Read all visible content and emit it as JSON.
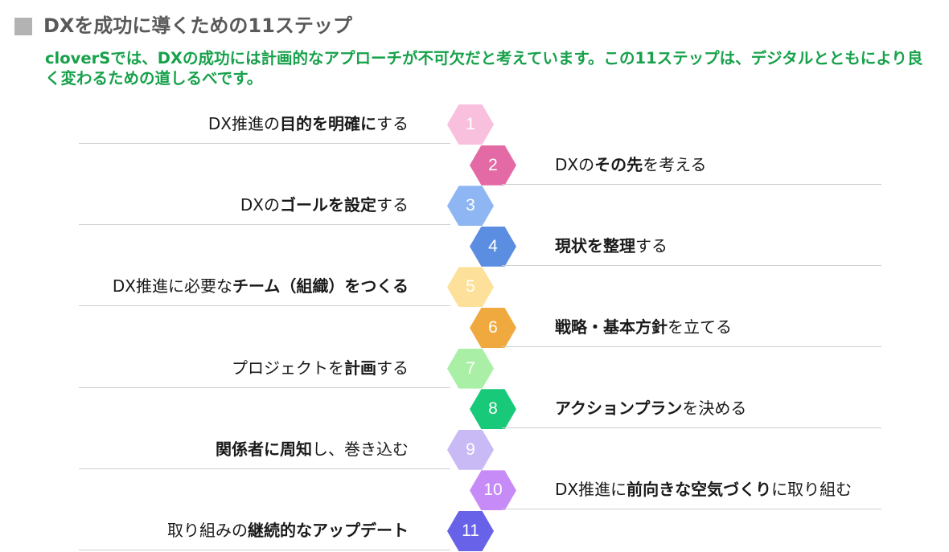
{
  "header": {
    "title": "DXを成功に導くための11ステップ",
    "subtitle": "cloverSでは、DXの成功には計画的なアプローチが不可欠だと考えています。この11ステップは、デジタルとともにより良く変わるための道しるべです。"
  },
  "colors": {
    "title": "#595959",
    "subtitle": "#16a14a",
    "square": "#b3b3b3"
  },
  "steps": [
    {
      "number": "1",
      "side": "left",
      "color": "#f9c0dd",
      "segments": [
        {
          "t": "DX推進の",
          "b": false
        },
        {
          "t": "目的を明確に",
          "b": true
        },
        {
          "t": "する",
          "b": false
        }
      ]
    },
    {
      "number": "2",
      "side": "right",
      "color": "#e46aa6",
      "segments": [
        {
          "t": "DXの",
          "b": false
        },
        {
          "t": "その先",
          "b": true
        },
        {
          "t": "を考える",
          "b": false
        }
      ]
    },
    {
      "number": "3",
      "side": "left",
      "color": "#8db6f3",
      "segments": [
        {
          "t": "DXの",
          "b": false
        },
        {
          "t": "ゴールを設定",
          "b": true
        },
        {
          "t": "する",
          "b": false
        }
      ]
    },
    {
      "number": "4",
      "side": "right",
      "color": "#5b8ee0",
      "segments": [
        {
          "t": "現状を整理",
          "b": true
        },
        {
          "t": "する",
          "b": false
        }
      ]
    },
    {
      "number": "5",
      "side": "left",
      "color": "#fde19a",
      "segments": [
        {
          "t": "DX推進に必要な",
          "b": false
        },
        {
          "t": "チーム（組織）をつくる",
          "b": true
        }
      ]
    },
    {
      "number": "6",
      "side": "right",
      "color": "#f0a93e",
      "segments": [
        {
          "t": "戦略・基本方針",
          "b": true
        },
        {
          "t": "を立てる",
          "b": false
        }
      ]
    },
    {
      "number": "7",
      "side": "left",
      "color": "#a9f0a6",
      "segments": [
        {
          "t": "プロジェクトを",
          "b": false
        },
        {
          "t": "計画",
          "b": true
        },
        {
          "t": "する",
          "b": false
        }
      ]
    },
    {
      "number": "8",
      "side": "right",
      "color": "#18c97a",
      "segments": [
        {
          "t": "アクションプラン",
          "b": true
        },
        {
          "t": "を決める",
          "b": false
        }
      ]
    },
    {
      "number": "9",
      "side": "left",
      "color": "#c9baf5",
      "segments": [
        {
          "t": "関係者に周知",
          "b": true
        },
        {
          "t": "し、巻き込む",
          "b": false
        }
      ]
    },
    {
      "number": "10",
      "side": "right",
      "color": "#c78bf7",
      "segments": [
        {
          "t": "DX推進に",
          "b": false
        },
        {
          "t": "前向きな空気づくり",
          "b": true
        },
        {
          "t": "に取り組む",
          "b": false
        }
      ]
    },
    {
      "number": "11",
      "side": "left",
      "color": "#6762e8",
      "segments": [
        {
          "t": "取り組みの",
          "b": false
        },
        {
          "t": "継続的なアップデート",
          "b": true
        }
      ]
    }
  ]
}
